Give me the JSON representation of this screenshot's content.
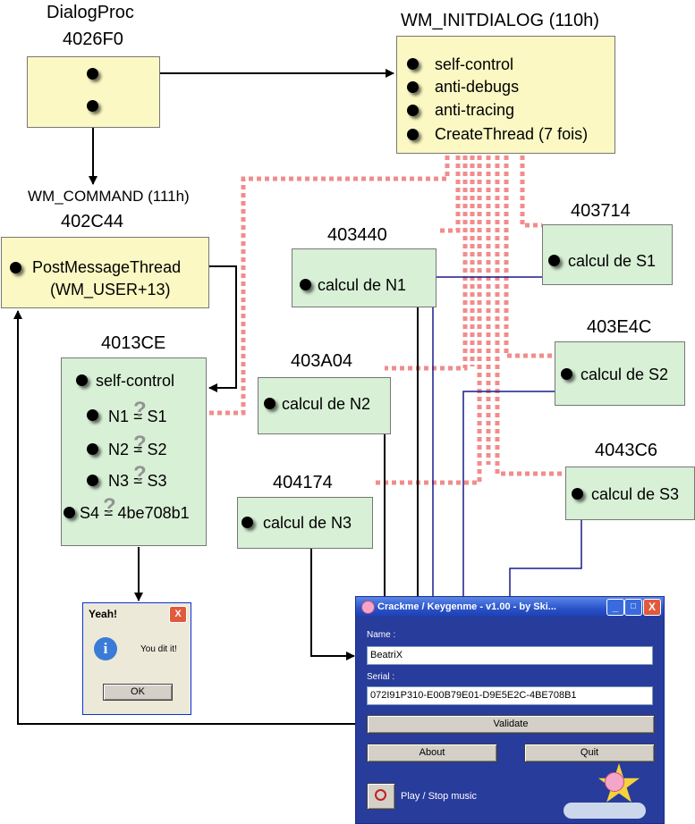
{
  "dialogproc": {
    "title": "DialogProc",
    "addr": "4026F0"
  },
  "initdialog": {
    "title": "WM_INITDIALOG (110h)",
    "items": [
      "self-control",
      "anti-debugs",
      "anti-tracing",
      "CreateThread (7 fois)"
    ]
  },
  "wm_command": {
    "title": "WM_COMMAND (111h)",
    "addr": "402C44",
    "item1": "PostMessageThread",
    "item2": "(WM_USER+13)"
  },
  "check": {
    "addr": "4013CE",
    "items": [
      "self-control",
      "N1 = S1",
      "N2 = S2",
      "N3 = S3",
      "S4 = 4be708b1"
    ],
    "qmark": "?"
  },
  "n1": {
    "addr": "403440",
    "label": "calcul de N1"
  },
  "n2": {
    "addr": "403A04",
    "label": "calcul de N2"
  },
  "n3": {
    "addr": "404174",
    "label": "calcul de N3"
  },
  "s1": {
    "addr": "403714",
    "label": "calcul de S1"
  },
  "s2": {
    "addr": "403E4C",
    "label": "calcul de S2"
  },
  "s3": {
    "addr": "4043C6",
    "label": "calcul de S3"
  },
  "yeah": {
    "title": "Yeah!",
    "message": "You dit it!",
    "ok": "OK",
    "close": "X"
  },
  "crackme": {
    "title": "Crackme / Keygenme - v1.00 - by Ski...",
    "name_label": "Name :",
    "name_value": "BeatriX",
    "serial_label": "Serial :",
    "serial_value": "072I91P310-E00B79E01-D9E5E2C-4BE708B1",
    "validate": "Validate",
    "about": "About",
    "quit": "Quit",
    "music": "Play / Stop music",
    "btn_min": "_",
    "btn_max": "□",
    "btn_close": "X"
  },
  "colors": {
    "yellow_box": "#fbf8c3",
    "green_box": "#d8f0d6",
    "thread_dash": "#f28c8c",
    "blue_arrow": "#1a1a8c",
    "title_blue": "#2a52c8",
    "dialog_body": "#283c9c"
  }
}
